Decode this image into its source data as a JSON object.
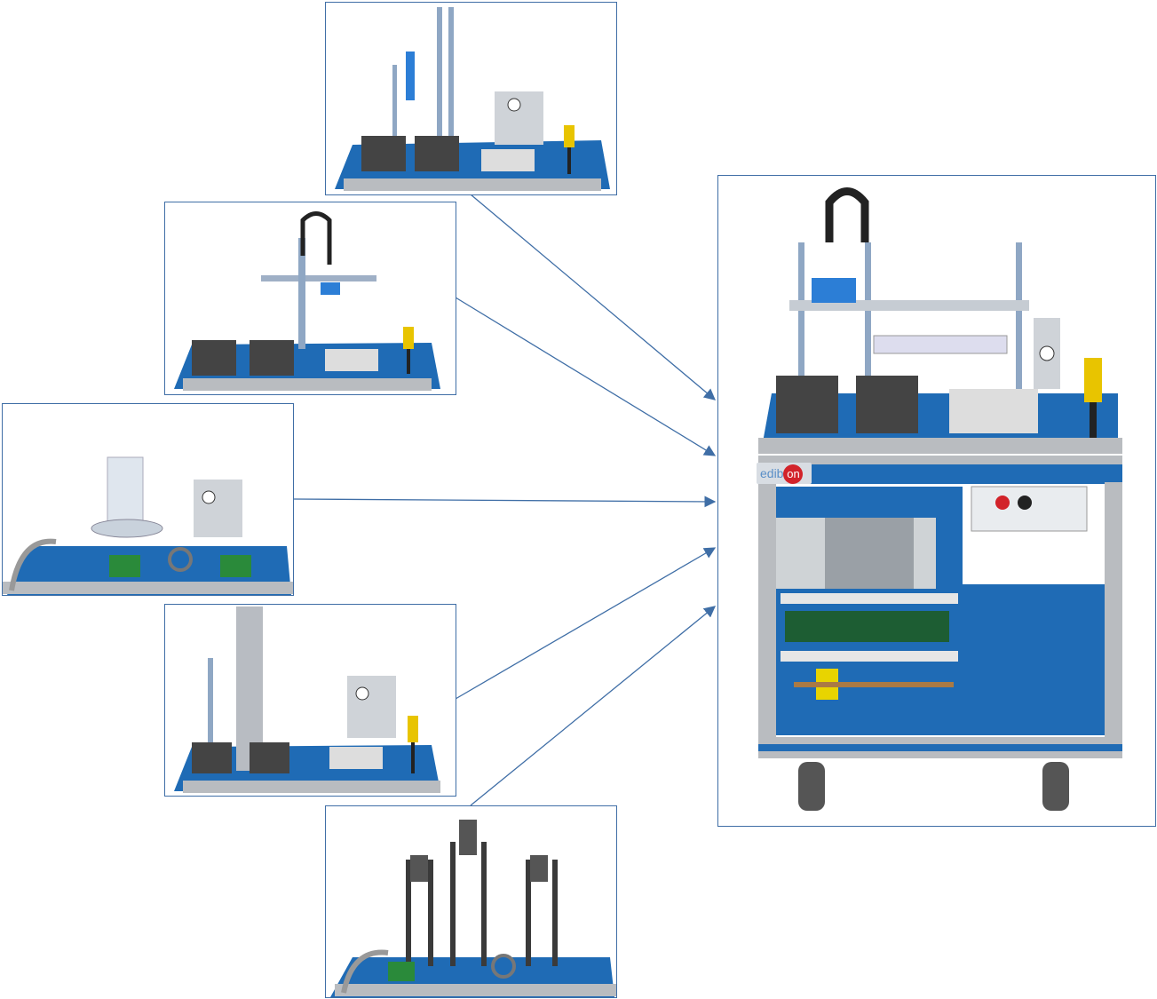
{
  "brand": {
    "logo_text_main": "edib",
    "logo_text_accent": "on"
  },
  "modules": [
    {
      "id": "module-1",
      "kind": "vertical pick station"
    },
    {
      "id": "module-2",
      "kind": "gantry pick and place"
    },
    {
      "id": "module-3",
      "kind": "rotary indexing table"
    },
    {
      "id": "module-4",
      "kind": "vertical magazine feeder"
    },
    {
      "id": "module-5",
      "kind": "three-column press station"
    }
  ],
  "colors": {
    "frame": "#3f6ea6",
    "arrow": "#3f6ea6",
    "panel_blue": "#1f6bb5",
    "rail": "#b9bcc0"
  }
}
